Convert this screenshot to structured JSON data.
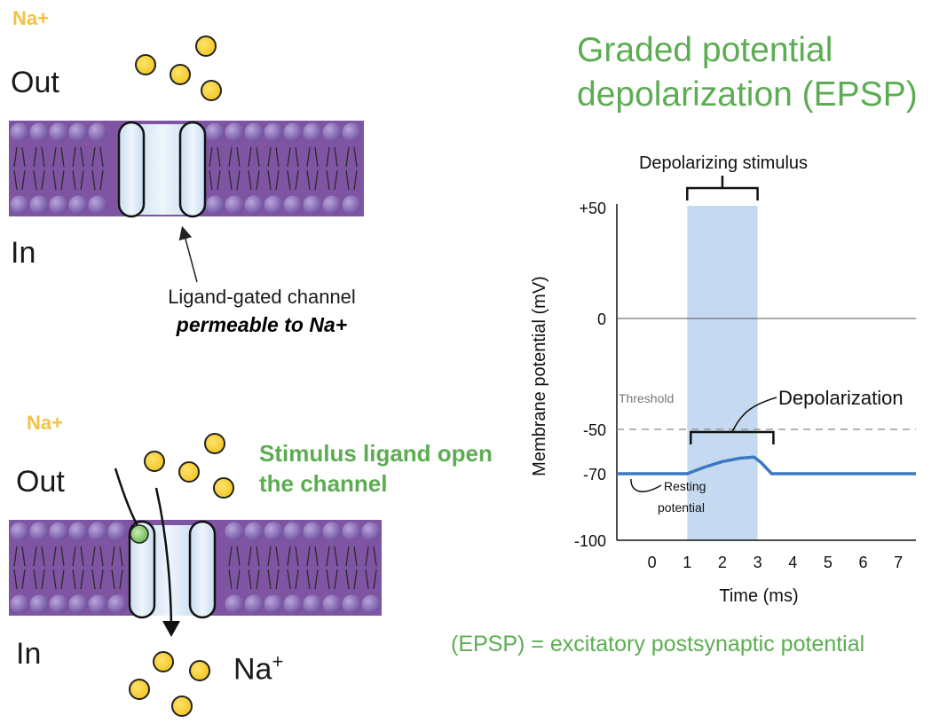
{
  "top_panel": {
    "ion_label": "Na+",
    "out_label": "Out",
    "in_label": "In",
    "caption_line1": "Ligand-gated channel",
    "caption_line2": "permeable to Na+"
  },
  "bottom_panel": {
    "ion_label": "Na+",
    "out_label": "Out",
    "in_label": "In",
    "stimulus_note": "Stimulus ligand open the channel",
    "na_inside_label": "Na",
    "na_inside_sup": "+"
  },
  "title": "Graded potential depolarization (EPSP)",
  "definition": "(EPSP) = excitatory postsynaptic potential",
  "colors": {
    "membrane": "#7f55a3",
    "lipid_head": "#8f72c0",
    "channel": "#dbe9f7",
    "ion": "#f3cc2a",
    "green_text": "#5cad52",
    "trace": "#3b78c2",
    "stimulus_band": "#c5daf0"
  },
  "chart_data": {
    "type": "line",
    "xlabel": "Time (ms)",
    "ylabel": "Membrane potential (mV)",
    "x_ticks": [
      "0",
      "1",
      "2",
      "3",
      "4",
      "5",
      "6",
      "7"
    ],
    "y_ticks": [
      "+50",
      "0",
      "-50",
      "-70",
      "-100"
    ],
    "xlim": [
      -1,
      7.5
    ],
    "ylim": [
      -100,
      50
    ],
    "stimulus_label": "Depolarizing stimulus",
    "stimulus_range": [
      1,
      3
    ],
    "threshold_label": "Threshold",
    "threshold_value": -50,
    "depolarization_label": "Depolarization",
    "resting_label_line1": "Resting",
    "resting_label_line2": "potential",
    "series": [
      {
        "values": [
          [
            -1,
            -70
          ],
          [
            1,
            -70
          ],
          [
            1.5,
            -67
          ],
          [
            2,
            -64.5
          ],
          [
            2.5,
            -63
          ],
          [
            2.9,
            -62.5
          ],
          [
            3.1,
            -65
          ],
          [
            3.4,
            -70
          ],
          [
            7.5,
            -70
          ]
        ]
      }
    ]
  }
}
